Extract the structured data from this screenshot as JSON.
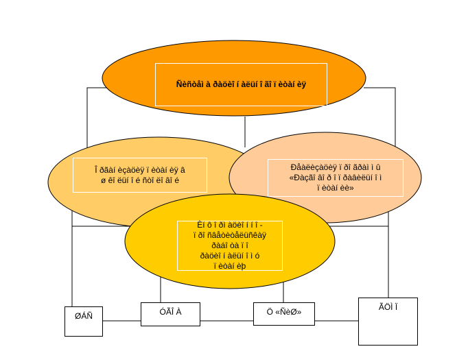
{
  "nodes": {
    "top": {
      "text": "Ñèñòåì à ðàöèî í àëüí î ãî  ï èòàí èÿ",
      "fill": "#ff9900"
    },
    "left": {
      "text": "Î ðãàí èçàöèÿ  ï èòàí èÿ  â\nø êî ëüí î é  ñòî ëî âî é",
      "fill": "#ffcc66"
    },
    "right": {
      "text": "Ðåàëèçàöèÿ  ï ðî ãðàì ì û\n«Ðàçãî âî ð î   ï ðàâèëüí î ì\nï èòàí èè»",
      "fill": "#ffcc99"
    },
    "center": {
      "text": "Èí ô î ðì àöèî í í î -\nï ðî ñâåòèòåëüñêàÿ\nðàáî òà ï î\nðàöèî í àëüí î ì ó\nï èòàí èþ",
      "fill": "#ffcc00"
    }
  },
  "boxes": {
    "b1": {
      "text": "ØÁÑ"
    },
    "b2": {
      "text": "ÓÃÎ   À"
    },
    "b3": {
      "text": "Ö «ÑèØ»"
    },
    "b4": {
      "text": "ÃÖÌ  Ï"
    }
  },
  "colors": {
    "stroke": "#000000",
    "label_frame": "#ffffff"
  }
}
